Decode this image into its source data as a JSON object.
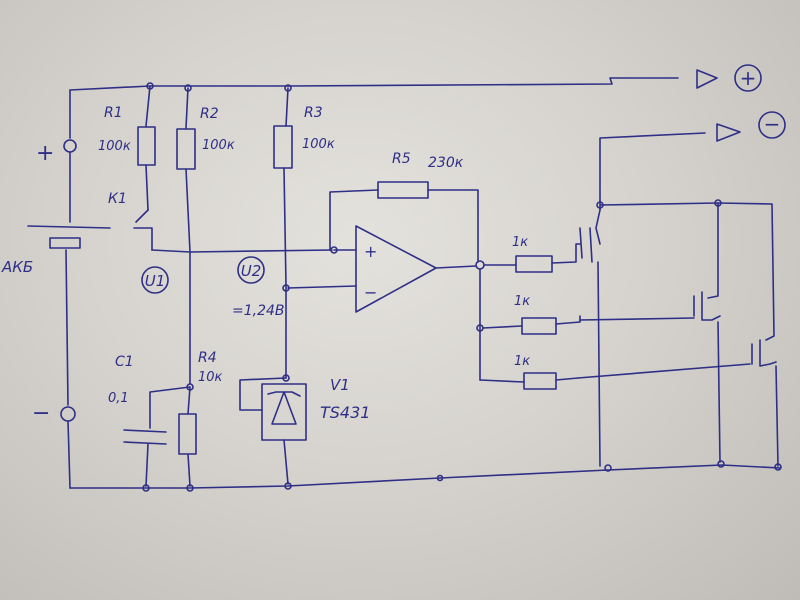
{
  "terminals": {
    "plus_top": "+",
    "minus_top": "−",
    "battery_plus": "+",
    "battery_minus": "−"
  },
  "battery_label": "АКБ",
  "resistors": {
    "r1": {
      "name": "R1",
      "value": "100к"
    },
    "r2": {
      "name": "R2",
      "value": "100к"
    },
    "r3": {
      "name": "R3",
      "value": "100к"
    },
    "r4": {
      "name": "R4",
      "value": "10к"
    },
    "r5": {
      "name": "R5",
      "value": "230к"
    }
  },
  "switch_label": "К1",
  "capacitor": {
    "name": "C1",
    "value": "0,1"
  },
  "nodes": {
    "u1": "U1",
    "u2": "U2",
    "u2_value": "=1,24В"
  },
  "reference": {
    "name": "V1",
    "part": "TS431"
  },
  "opamp": {
    "plus": "+",
    "minus": "−"
  },
  "output_resistors": [
    "1к",
    "1к",
    "1к"
  ]
}
